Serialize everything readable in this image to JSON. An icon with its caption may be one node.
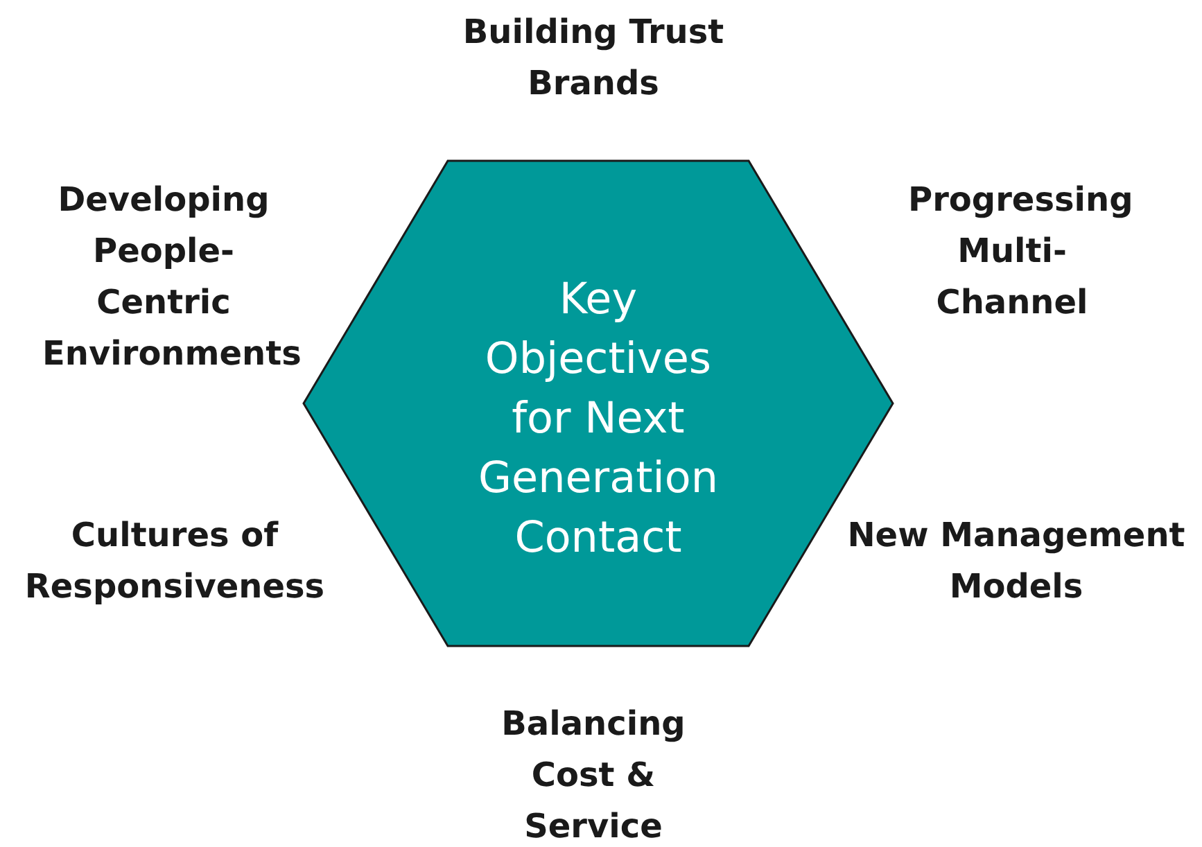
{
  "diagram": {
    "nodes": [
      {
        "text": [
          "Key Objectives for Next Generation Contact"
        ]
      }
    ],
    "labels": [
      "Building Trust Brands",
      "Developing People-Centric Environments",
      "Progressing Multi-Channel",
      "Cultures of Responsiveness",
      "New Management Models",
      "Balancing Cost & Service"
    ]
  }
}
